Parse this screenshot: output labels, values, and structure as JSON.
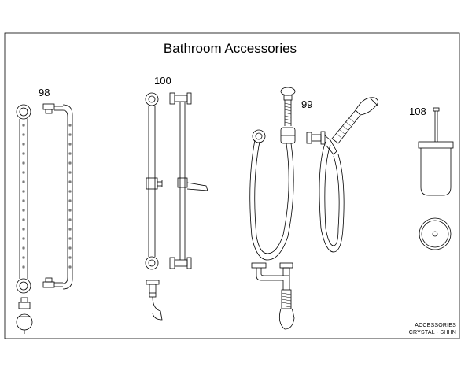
{
  "title": "Bathroom Accessories",
  "labels": {
    "grab_bar": "98",
    "slide_bar": "100",
    "hand_shower": "99",
    "brush_holder": "108"
  },
  "footer": {
    "line1": "ACCESSORIES",
    "line2": "CRYSTAL - SHHN"
  },
  "colors": {
    "line": "#000000",
    "background": "#ffffff"
  }
}
